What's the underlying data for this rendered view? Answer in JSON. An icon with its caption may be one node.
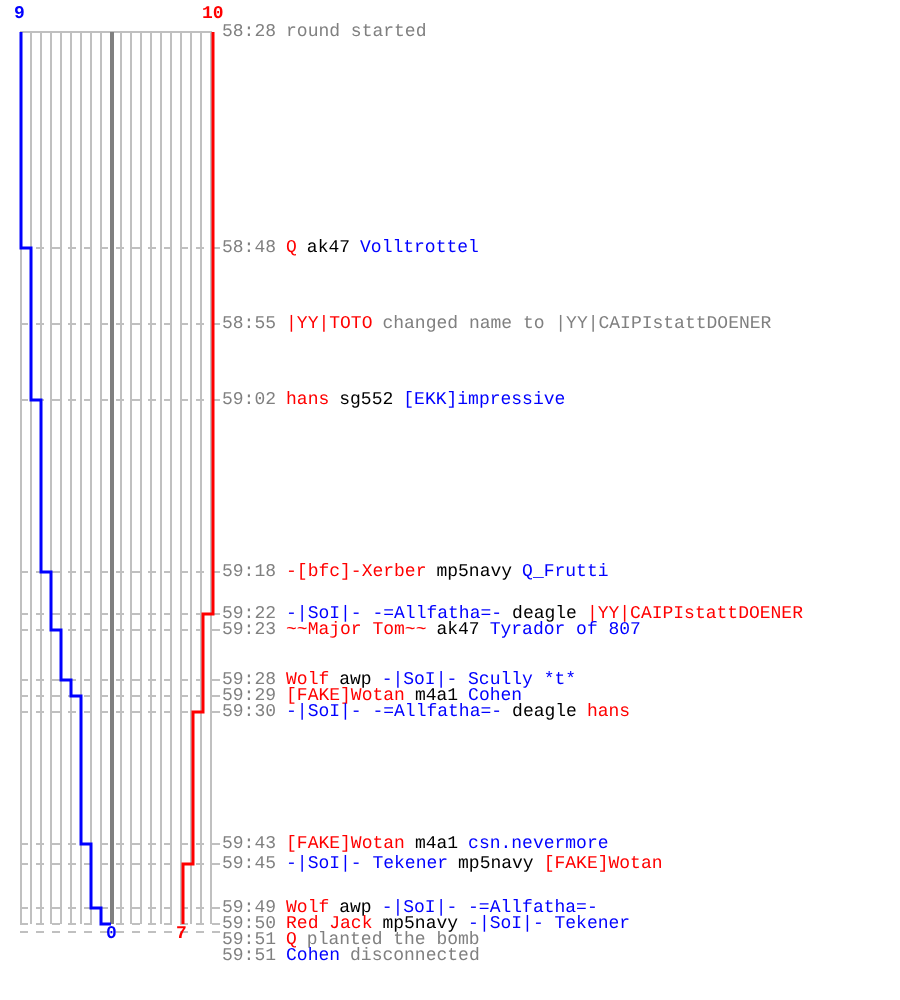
{
  "diagram": {
    "labels": [
      "9",
      "10",
      "58:28",
      "round started",
      "58:48",
      "Q",
      "ak47",
      "Volltrottel",
      "58:55",
      "|YY|TOTO",
      "changed name to |YY|CAIPIstattDOENER",
      "59:02",
      "hans",
      "sg552",
      "[EKK]impressive",
      "59:18",
      "-[bfc]-Xerber",
      "mp5navy",
      "Q_Frutti",
      "59:22",
      "-|SoI|- -=Allfatha=-",
      "deagle",
      "|YY|CAIPIstattDOENER",
      "59:23",
      "~~Major Tom~~",
      "ak47",
      "Tyrador of 807",
      "59:28",
      "Wolf",
      "awp",
      "-|SoI|- Scully *t*",
      "59:29",
      "[FAKE]Wotan",
      "m4a1",
      "Cohen",
      "59:30",
      "-|SoI|- -=Allfatha=-",
      "deagle",
      "hans",
      "59:43",
      "[FAKE]Wotan",
      "m4a1",
      "csn.nevermore",
      "59:45",
      "-|SoI|- Tekener",
      "mp5navy",
      "[FAKE]Wotan",
      "59:49",
      "Wolf",
      "awp",
      "-|SoI|- -=Allfatha=-",
      "59:50",
      "Red Jack",
      "mp5navy",
      "-|SoI|- Tekener",
      "0",
      "7",
      "59:51",
      "Q",
      "planted the bomb",
      "59:51",
      "Cohen",
      "disconnected"
    ]
  }
}
